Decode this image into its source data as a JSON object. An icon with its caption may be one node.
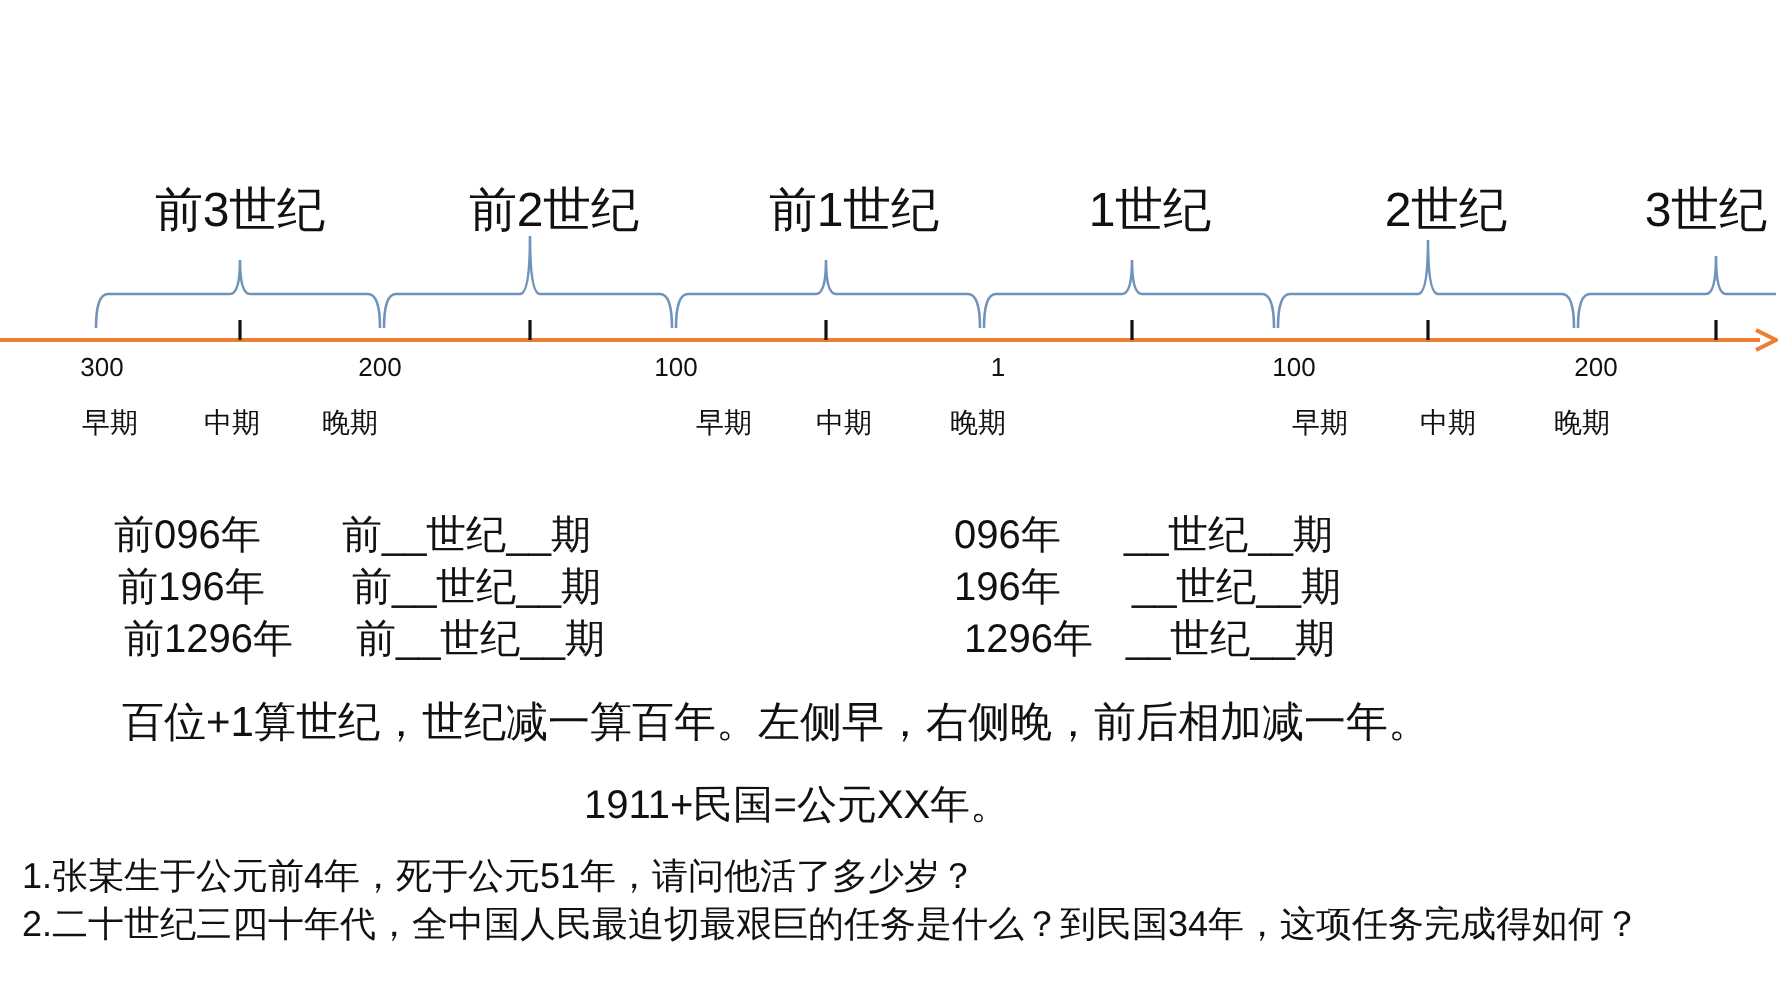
{
  "diagram": {
    "labels": [
      "前3世纪",
      "前2世纪",
      "前1世纪",
      "1世纪",
      "2世纪",
      "3世纪",
      "300",
      "200",
      "100",
      "1",
      "100",
      "200",
      "早期",
      "中期",
      "晚期",
      "早期",
      "中期",
      "晚期",
      "早期",
      "中期",
      "晚期",
      "前096年",
      "前__世纪__期",
      "096年",
      "__世纪__期",
      "前196年",
      "前__世纪__期",
      "196年",
      "__世纪__期",
      "前1296年",
      "前__世纪__期",
      "1296年",
      "__世纪__期",
      "百位+1算世纪，世纪减一算百年。左侧早，右侧晚，前后相加减一年。",
      "1911+民国=公元XX年。",
      "1.张某生于公元前4年，死于公元51年，请问他活了多少岁？",
      "2.二十世纪三四十年代，全中国人民最迫切最艰巨的任务是什么？到民国34年，这项任务完成得如何？"
    ]
  }
}
